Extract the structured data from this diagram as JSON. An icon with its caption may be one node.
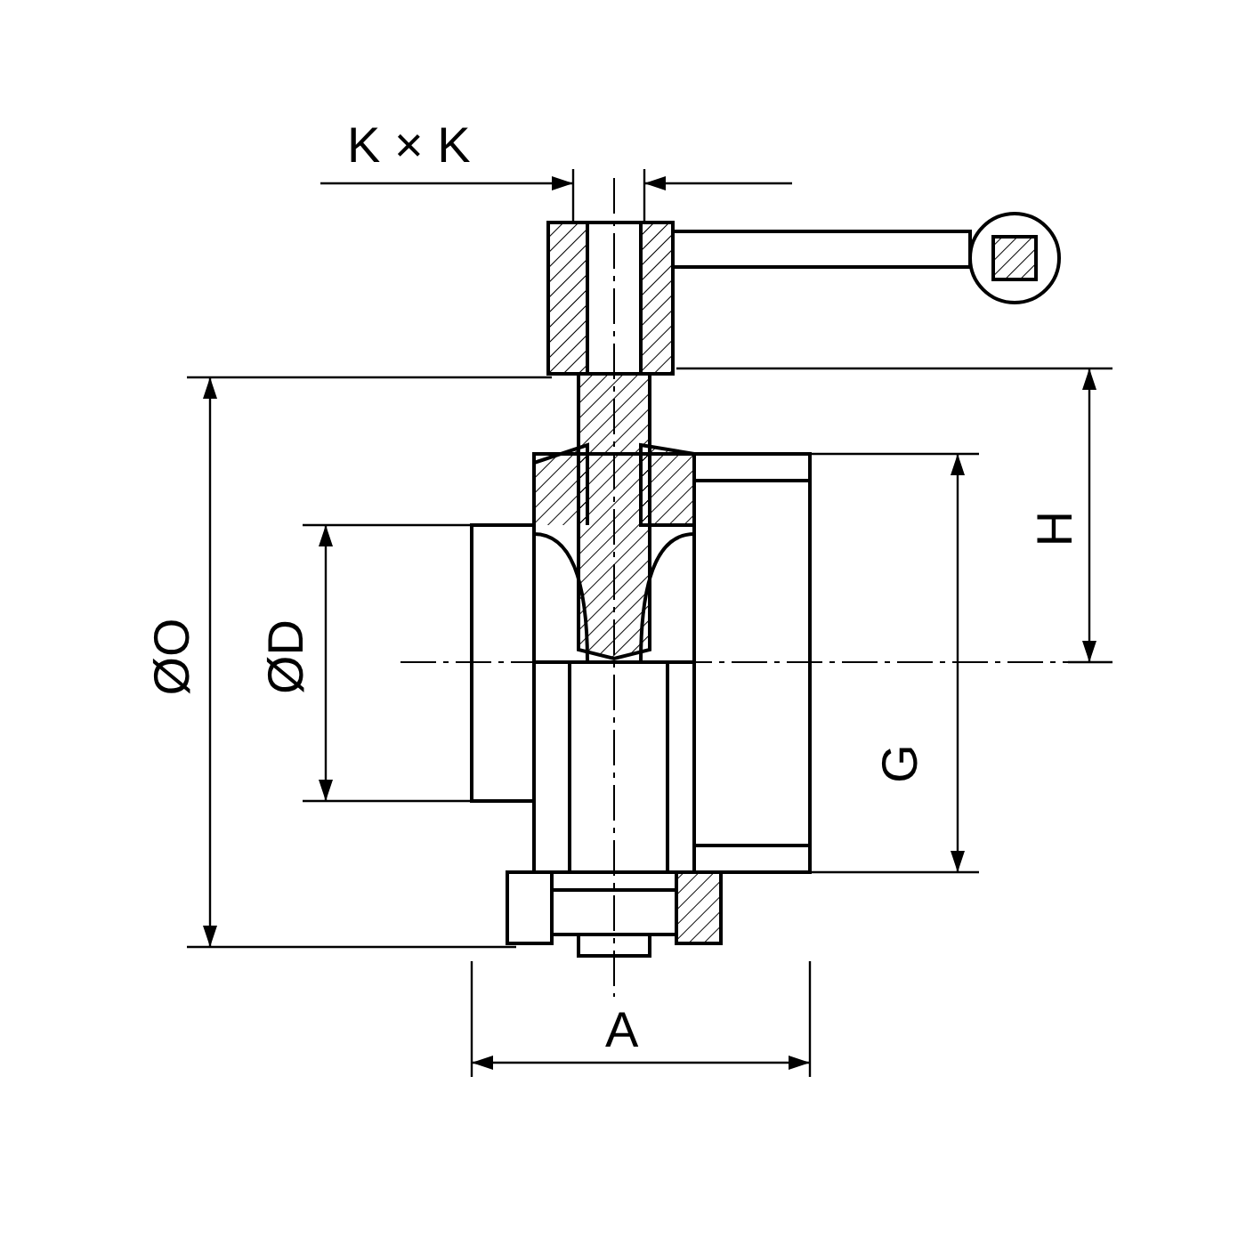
{
  "diagram": {
    "labels": [
      "K × K",
      "ØO",
      "ØD",
      "H",
      "G",
      "A"
    ]
  }
}
